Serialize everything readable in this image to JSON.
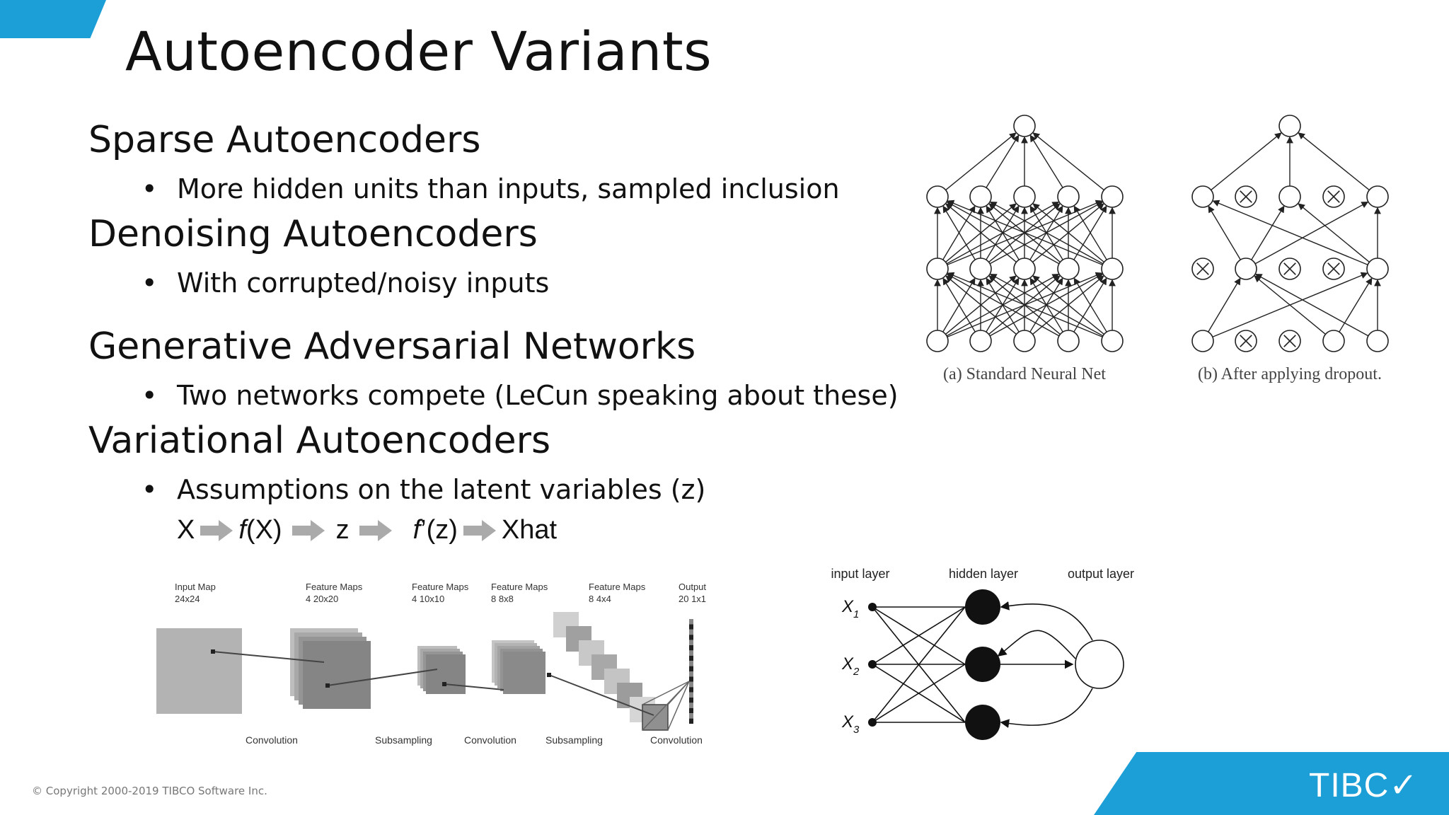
{
  "slide": {
    "title": "Autoencoder Variants",
    "footer": "© Copyright 2000-2019 TIBCO Software Inc.",
    "brand": "TIBC✓",
    "accent_color": "#1b9fd6"
  },
  "sections": [
    {
      "heading": "Sparse Autoencoders",
      "bullet": "More hidden units than inputs, sampled inclusion"
    },
    {
      "heading": "Denoising Autoencoders",
      "bullet": "With corrupted/noisy inputs"
    },
    {
      "heading": "Generative Adversarial Networks",
      "bullet": "Two networks compete (LeCun speaking about these)"
    },
    {
      "heading": "Variational Autoencoders",
      "bullet": "Assumptions on the latent variables (z)"
    }
  ],
  "bullet_symbol": "•",
  "formula": {
    "x": "X",
    "f": "f",
    "fx_arg": " (X)",
    "z": "z",
    "fprime": "f",
    "fprime_mark": " ’",
    "fz_arg": "(z)",
    "xhat": "Xhat"
  },
  "dropout_figure": {
    "caption_a": "(a) Standard Neural Net",
    "caption_b": "(b) After applying dropout."
  },
  "cnn_figure": {
    "stages": [
      {
        "label": "Input Map",
        "sub": "24x24"
      },
      {
        "label": "Feature Maps",
        "sub": "4 20x20"
      },
      {
        "label": "Feature Maps",
        "sub": "4 10x10"
      },
      {
        "label": "Feature Maps",
        "sub": "8 8x8"
      },
      {
        "label": "Feature Maps",
        "sub": "8 4x4"
      },
      {
        "label": "Output",
        "sub": "20 1x1"
      }
    ],
    "operations": [
      "Convolution",
      "Subsampling",
      "Convolution",
      "Subsampling",
      "Convolution"
    ]
  },
  "rnn_figure": {
    "input_layer": "input layer",
    "hidden_layer": "hidden layer",
    "output_layer": "output layer",
    "inputs": [
      "X",
      "X",
      "X"
    ],
    "subscripts": [
      "1",
      "2",
      "3"
    ]
  }
}
